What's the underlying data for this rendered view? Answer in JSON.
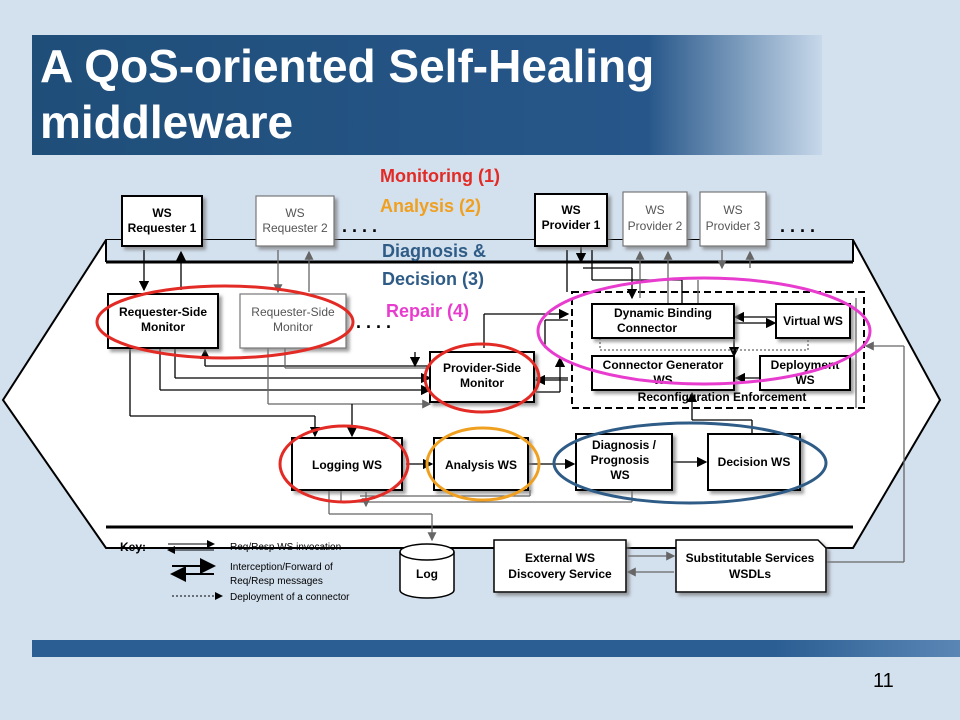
{
  "slide": {
    "title_line1": "A QoS-oriented Self-Healing",
    "title_line2": "middleware",
    "page_number": "11"
  },
  "phases": {
    "monitoring": "Monitoring (1)",
    "analysis": "Analysis (2)",
    "diagnosis_line1": "Diagnosis &",
    "diagnosis_line2": "Decision (3)",
    "repair": "Repair (4)"
  },
  "colors": {
    "monitoring": "#e32b26",
    "analysis": "#f0a020",
    "diagnosis": "#2f5c86",
    "repair": "#e83ccf",
    "title_bar": "#1f4e79"
  },
  "boxes": {
    "ws_requester_1": [
      "WS",
      "Requester 1"
    ],
    "ws_requester_2": [
      "WS",
      "Requester 2"
    ],
    "ws_provider_1": [
      "WS",
      "Provider 1"
    ],
    "ws_provider_2": [
      "WS",
      "Provider 2"
    ],
    "ws_provider_3": [
      "WS",
      "Provider 3"
    ],
    "requester_side_monitor_1": [
      "Requester-Side",
      "Monitor"
    ],
    "requester_side_monitor_2": [
      "Requester-Side",
      "Monitor"
    ],
    "provider_side_monitor": [
      "Provider-Side",
      "Monitor"
    ],
    "dynamic_binding_connector": [
      "Dynamic Binding",
      "Connector"
    ],
    "virtual_ws": [
      "Virtual WS"
    ],
    "connector_generator_ws": [
      "Connector Generator",
      "WS"
    ],
    "deployment_ws": [
      "Deployment",
      "WS"
    ],
    "reconfiguration_enforcement": "Reconfiguration Enforcement",
    "logging_ws": "Logging WS",
    "analysis_ws": "Analysis WS",
    "diagnosis_prognosis_ws": [
      "Diagnosis /",
      "Prognosis",
      "WS"
    ],
    "decision_ws": "Decision WS",
    "log": "Log",
    "external_ws_discovery": [
      "External WS",
      "Discovery Service"
    ],
    "substitutable_services": [
      "Substitutable Services",
      "WSDLs"
    ]
  },
  "ellipsis": ". . . .",
  "key": {
    "title": "Key:",
    "req_resp": "Req/Resp WS invocation",
    "interception_line1": "Interception/Forward of",
    "interception_line2": "Req/Resp messages",
    "deployment": "Deployment of a connector"
  }
}
